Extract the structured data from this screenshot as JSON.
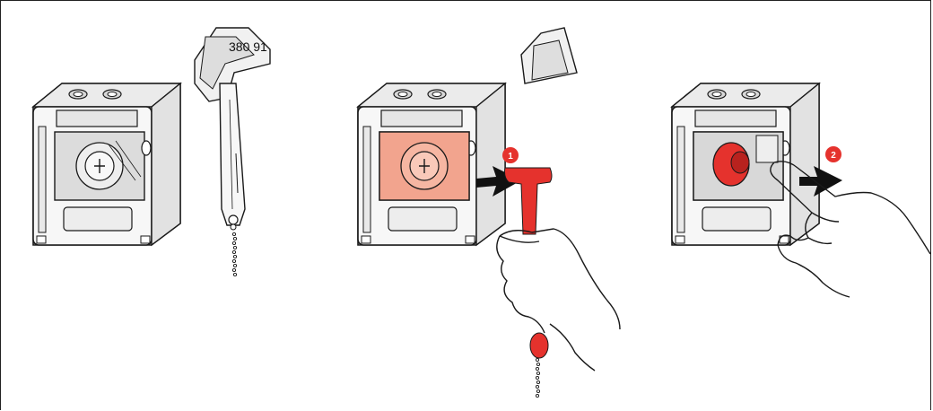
{
  "diagram": {
    "reference_code": "380 91",
    "step_markers": [
      "1",
      "2"
    ],
    "colors": {
      "line": "#1a1a1a",
      "body_fill": "#f4f4f4",
      "body_dark": "#cfcfcf",
      "accent_red": "#e5322d",
      "accent_red_light": "#f2a48e",
      "arrow": "#111111"
    }
  }
}
